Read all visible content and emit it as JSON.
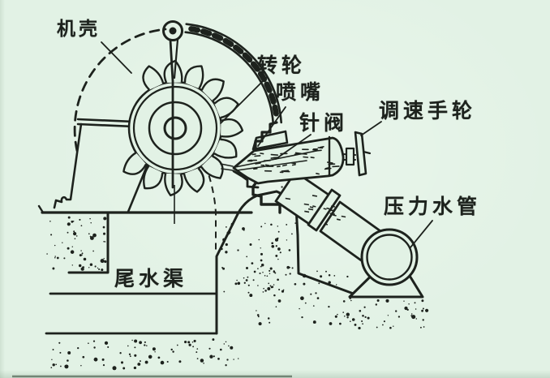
{
  "figure": {
    "kind": "scanned line diagram",
    "labels": {
      "casing": "机壳",
      "runner": "转轮",
      "nozzle": "喷嘴",
      "needle_valve": "针阀",
      "speed_handwheel": "调速手轮",
      "pressure_pipe": "压力水管",
      "tailrace": "尾水渠"
    },
    "colors": {
      "ink": "#1d221d",
      "paper": "#e2f2e5"
    }
  }
}
